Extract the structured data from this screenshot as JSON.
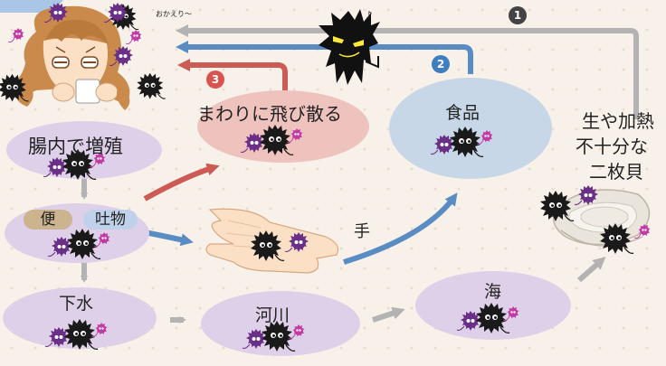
{
  "nodes": {
    "intestine": "腸内で増殖",
    "stool": "便",
    "vomit": "吐物",
    "sewage": "下水",
    "river": "河川",
    "sea": "海",
    "scatter": "まわりに飛び散る",
    "food": "食品",
    "hand": "手",
    "shellfish_line1": "生や加熱",
    "shellfish_line2": "不十分な",
    "shellfish_line3": "二枚貝"
  },
  "speech": {
    "okaeri": "おかえり〜",
    "note": "♪"
  },
  "routes": [
    {
      "number": "1",
      "color": "#444444"
    },
    {
      "number": "2",
      "color": "#3f7fc0"
    },
    {
      "number": "3",
      "color": "#d9534f"
    }
  ],
  "colors": {
    "gray_arrow": "#b3b3b3",
    "blue_arrow": "#5a8cc4",
    "red_arrow": "#cc5a55",
    "lavender": "#ddd0e8",
    "pink": "#efc3bd",
    "lightblue": "#c8d7e7",
    "virus": "#1a1a1a",
    "virus_purple": "#6a2f86",
    "virus_magenta": "#c23ba4"
  },
  "icons": [
    "norovirus-icon",
    "girl-face-icon",
    "villain-icon",
    "hand-icon",
    "oyster-icon"
  ]
}
